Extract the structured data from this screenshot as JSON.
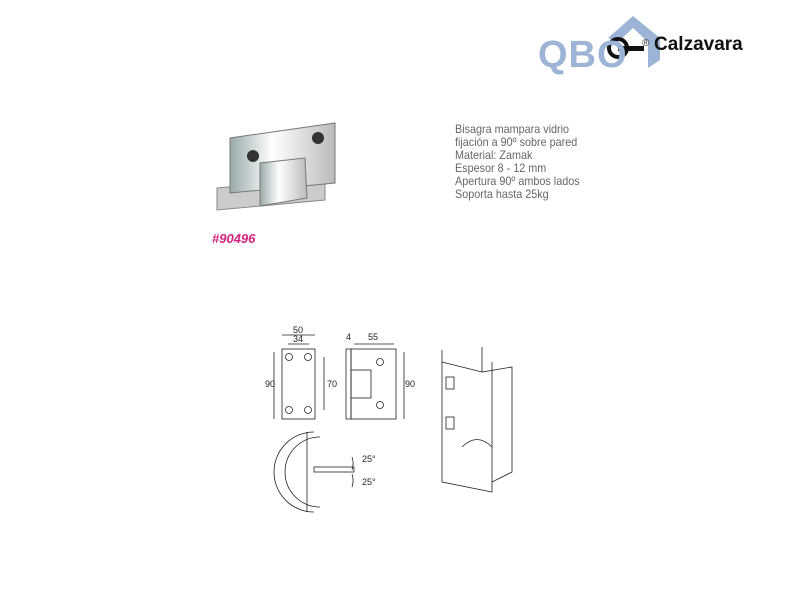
{
  "logo": {
    "qbo": "QBO",
    "registered": "®",
    "brand": "Calzavara"
  },
  "product": {
    "code": "#90496",
    "description": [
      "Bisagra mampara vidrio",
      "fijación a 90º sobre pared",
      "Material: Zamak",
      "Espesor 8 - 12 mm",
      "Apertura 90º ambos lados",
      "Soporta hasta 25kg"
    ]
  },
  "drawings": {
    "front": {
      "width_outer": "50",
      "width_inner": "34",
      "height_outer": "90",
      "height_inner": "70"
    },
    "side": {
      "thickness": "4",
      "depth": "55",
      "height": "90"
    },
    "angles": {
      "up": "25°",
      "down": "25°"
    }
  },
  "colors": {
    "code": "#d4237f",
    "logo_blue": "#9db4d6"
  }
}
